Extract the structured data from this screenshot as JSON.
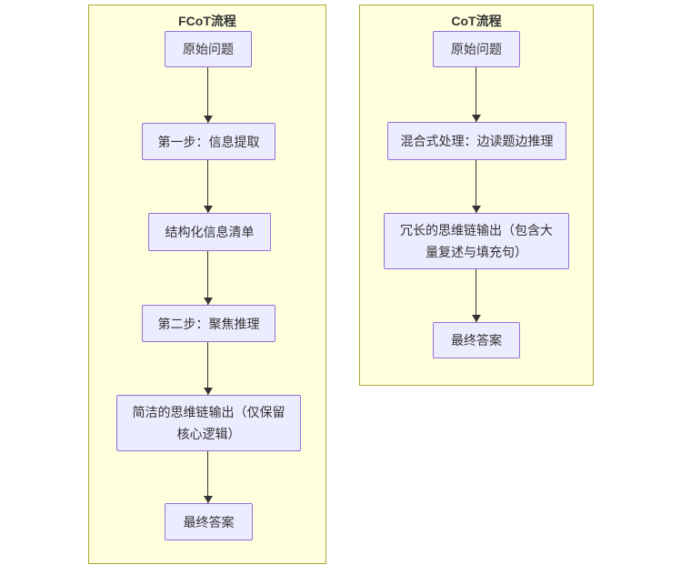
{
  "colors": {
    "cluster_fill": "#ffffde",
    "cluster_border": "#aaaa33",
    "node_fill": "#ECECFF",
    "node_border": "#9370DB",
    "text": "#333333",
    "arrow": "#333333"
  },
  "flowchart": {
    "clusters": [
      {
        "title": "FCoT流程",
        "nodes": [
          {
            "label": "原始问题"
          },
          {
            "label": "第一步：信息提取"
          },
          {
            "label": "结构化信息清单"
          },
          {
            "label": "第二步：聚焦推理"
          },
          {
            "label": "简洁的思维链输出（仅保留核心逻辑）"
          },
          {
            "label": "最终答案"
          }
        ]
      },
      {
        "title": "CoT流程",
        "nodes": [
          {
            "label": "原始问题"
          },
          {
            "label": "混合式处理：边读题边推理"
          },
          {
            "label": "冗长的思维链输出（包含大量复述与填充句）"
          },
          {
            "label": "最终答案"
          }
        ]
      }
    ]
  }
}
